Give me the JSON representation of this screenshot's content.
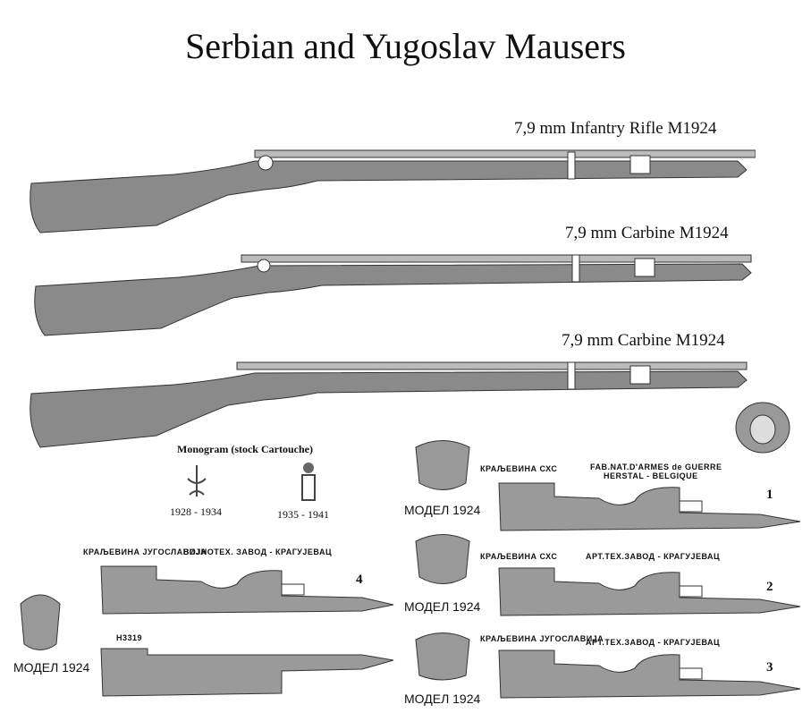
{
  "title": "Serbian and Yugoslav Mausers",
  "rifles": [
    {
      "caption": "7,9 mm Infantry Rifle M1924"
    },
    {
      "caption": "7,9 mm Carbine M1924"
    },
    {
      "caption": "7,9 mm Carbine M1924"
    }
  ],
  "monogram": {
    "heading": "Monogram (stock Cartouche)",
    "years": [
      "1928 - 1934",
      "1935 - 1941"
    ]
  },
  "bayonets": [
    {
      "number": "1",
      "kingdom": "КРАЉЕВИНА СХС",
      "maker": "FAB.NAT.D'ARMES de GUERRE",
      "maker2": "HERSTAL - BELGIQUE",
      "model": "МОДЕЛ 1924"
    },
    {
      "number": "2",
      "kingdom": "КРАЉЕВИНА СХС",
      "maker": "АРТ.ТЕХ.ЗАВОД - КРАГУЈЕВАЦ",
      "model": "МОДЕЛ 1924"
    },
    {
      "number": "3",
      "kingdom": "КРАЉЕВИНА ЈУГОСЛАВИЈА",
      "maker": "АРТ.ТЕХ.ЗАВОД - КРАГУЈЕВАЦ",
      "model": "МОДЕЛ 1924"
    },
    {
      "number": "4",
      "kingdom": "КРАЉЕВИНА ЈУГОСЛАВИЈА",
      "maker": "ВОЈНОТЕХ. ЗАВОД - КРАГУЈЕВАЦ",
      "serial": "Н3319",
      "model": "МОДЕЛ 1924"
    }
  ]
}
